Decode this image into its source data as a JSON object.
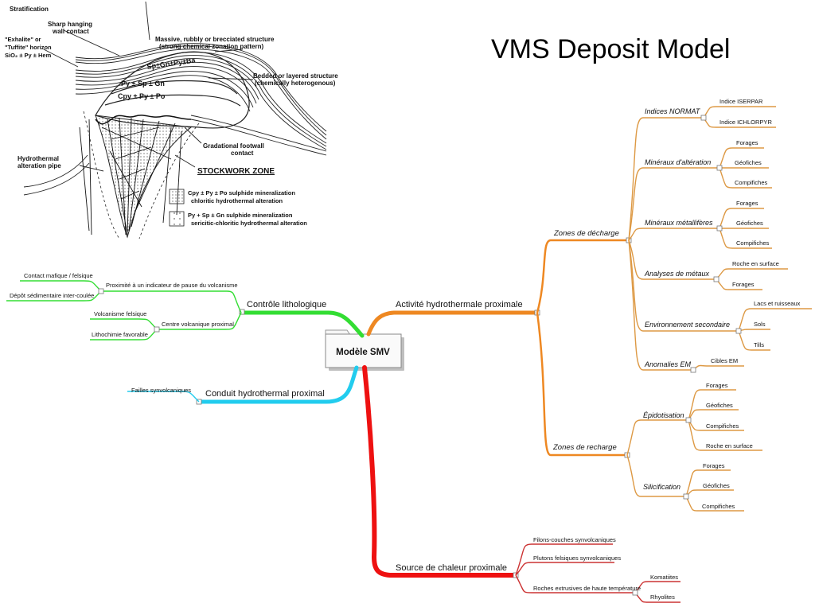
{
  "slide": {
    "title": "VMS Deposit Model"
  },
  "sketch": {
    "stratification": "Stratification",
    "hanging_wall_1": "Sharp hanging",
    "hanging_wall_2": "wall contact",
    "exhalite_1": "\"Exhalite\" or",
    "exhalite_2": "\"Tuffite\" horizon",
    "exhalite_3": "SiO₂ ± Py ± Hem",
    "massive_1": "Massive, rubbly or brecciated structure",
    "massive_2": "(strong chemical zonation pattern)",
    "bedded_1": "Bedded or layered structure",
    "bedded_2": "(chemically heterogenous)",
    "zone_1": "Sp±Gn±Py±Ba",
    "zone_2": "Py ± Sp ± Gn",
    "zone_3": "Cpy ± Py ± Po",
    "footwall_1": "Gradational footwall",
    "footwall_2": "contact",
    "pipe_1": "Hydrothermal",
    "pipe_2": "alteration pipe",
    "stockwork": "STOCKWORK ZONE",
    "legend_1a": "Cpy ± Py ± Po sulphide mineralization",
    "legend_1b": "chloritic hydrothermal alteration",
    "legend_2a": "Py + Sp ± Gn sulphide mineralization",
    "legend_2b": "sericitic-chloritic hydrothermal alteration"
  },
  "mindmap": {
    "central": "Modèle SMV",
    "colors": {
      "green": "#33dd33",
      "cyan": "#22ccee",
      "red": "#ee1111",
      "orange": "#ee8822",
      "leaf_red": "#cc3333",
      "leaf_orange": "#dd9944"
    },
    "lithologic": {
      "label": "Contrôle lithologique",
      "pause": "Proximité à un indicateur de pause du volcanisme",
      "mafic": "Contact mafique / felsique",
      "sedim": "Dépôt sédimentaire inter-coulée",
      "centre": "Centre volcanique proximal",
      "felsic": "Volcanisme felsique",
      "litho": "Lithochimie favorable"
    },
    "conduit": {
      "label": "Conduit hydrothermal proximal",
      "faults": "Failles synvolcaniques"
    },
    "heat": {
      "label": "Source de chaleur proximale",
      "sills": "Filons-couches synvolcaniques",
      "plutons": "Plutons felsiques synvolcaniques",
      "extrusive": "Roches extrusives de haute température",
      "komatiites": "Komatiites",
      "rhyolites": "Rhyolites"
    },
    "activity": {
      "label": "Activité hydrothermale proximale",
      "discharge": {
        "label": "Zones de décharge",
        "normat": "Indices NORMAT",
        "iserpar": "Indice ISERPAR",
        "ichlorpyr": "Indice ICHLORPYR",
        "alteration": "Minéraux d'altération",
        "alt_items": [
          "Forages",
          "Géofiches",
          "Compifiches"
        ],
        "metallic": "Minéraux métallifères",
        "met_items": [
          "Forages",
          "Géofiches",
          "Compifiches"
        ],
        "metals": "Analyses de métaux",
        "metal_items": [
          "Roche en surface",
          "Forages"
        ],
        "environment": "Environnement secondaire",
        "env_items": [
          "Lacs et ruisseaux",
          "Sols",
          "Tills"
        ],
        "em": "Anomalies EM",
        "em_target": "Cibles EM"
      },
      "recharge": {
        "label": "Zones de recharge",
        "epidote": "Épidotisation",
        "epi_items": [
          "Forages",
          "Géofiches",
          "Compifiches",
          "Roche en surface"
        ],
        "silica": "Silicification",
        "sil_items": [
          "Forages",
          "Géofiches",
          "Compifiches"
        ]
      }
    }
  }
}
